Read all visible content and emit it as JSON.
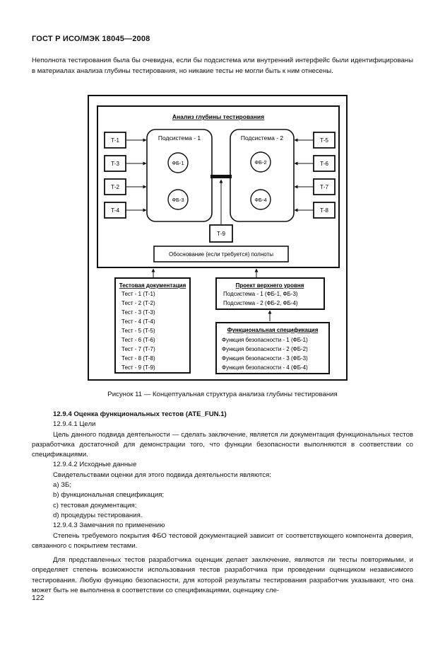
{
  "header": "ГОСТ Р ИСО/МЭК 18045—2008",
  "intro": "Неполнота тестирования была бы очевидна, если бы подсистема или внутренний интерфейс были идентифицированы в материалах анализа глубины тестирования, но никакие тесты не могли быть к ним отнесены.",
  "figure": {
    "analysis_title": "Анализ глубины тестирования",
    "subsystem1": "Подсистема - 1",
    "subsystem2": "Подсистема - 2",
    "fb1": "ФБ-1",
    "fb3": "ФБ-3",
    "fb2": "ФБ-2",
    "fb4": "ФБ-4",
    "tests_left": [
      "Т-1",
      "Т-3",
      "Т-2",
      "Т-4"
    ],
    "tests_right": [
      "Т-5",
      "Т-6",
      "Т-7",
      "Т-8"
    ],
    "t9": "Т-9",
    "justification": "Обоснование (если требуется) полноты",
    "test_doc_title": "Тестовая документация",
    "test_doc_items": [
      "Тест - 1 (Т-1)",
      "Тест - 2 (Т-2)",
      "Тест - 3 (Т-3)",
      "Тест - 4 (Т-4)",
      "Тест - 5 (Т-5)",
      "Тест - 6 (Т-6)",
      "Тест - 7 (Т-7)",
      "Тест - 8 (Т-8)",
      "Тест - 9 (Т-9)"
    ],
    "design_title": "Проект верхнего уровня",
    "design_items": [
      "Подсистема - 1 (ФБ-1, ФБ-3)",
      "Подсистема - 2 (ФБ-2, ФБ-4)"
    ],
    "spec_title": "Функциональная спецификация",
    "spec_items": [
      "Функция безопасности - 1 (ФБ-1)",
      "Функция безопасности - 2 (ФБ-2)",
      "Функция безопасности - 3 (ФБ-3)",
      "Функция безопасности - 4 (ФБ-4)"
    ]
  },
  "caption": "Рисунок 11 — Концептуальная структура анализа глубины тестирования",
  "section": {
    "title": "12.9.4 Оценка функциональных тестов (ATE_FUN.1)",
    "s1_title": "12.9.4.1 Цели",
    "s1_text": "Цель данного подвида деятельности — сделать заключение, является ли документация функциональных тестов разработчика достаточной для демонстрации того, что функции безопасности выполняются в соответствии со спецификациями.",
    "s2_title": "12.9.4.2 Исходные данные",
    "s2_text": "Свидетельствами оценки для этого подвида деятельности являются:",
    "s2_items": [
      "a) ЗБ;",
      "b) функциональная спецификация;",
      "c) тестовая документация;",
      "d) процедуры тестирования."
    ],
    "s3_title": "12.9.4.3 Замечания по применению",
    "s3_text1": "Степень требуемого покрытия ФБО тестовой документацией зависит от соответствующего компонента доверия, связанного с покрытием тестами.",
    "s3_text2": "Для представленных тестов разработчика оценщик делает заключение, являются ли тесты повторимыми, и определяет степень возможности использования тестов разработчика при проведении оценщиком независимого тестирования. Любую функцию безопасности, для которой результаты тестирования разработчик указывают, что она может быть не выполнена в соответствии со спецификациями, оценщику сле-"
  },
  "page_number": "122"
}
